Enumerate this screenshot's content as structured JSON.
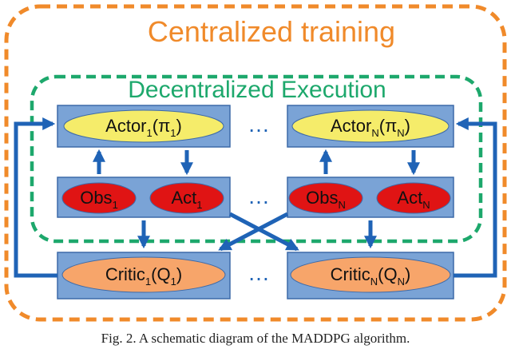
{
  "diagram": {
    "outer_title": "Centralized training",
    "inner_title": "Decentralized Execution",
    "ellipsis": "…",
    "agent_1": {
      "actor": {
        "name": "Actor",
        "sub": "1",
        "open": "(",
        "symbol": "π",
        "symbol_sub": "1",
        "close": ")"
      },
      "obs": {
        "name": "Obs",
        "sub": "1"
      },
      "act": {
        "name": "Act",
        "sub": "1"
      },
      "critic": {
        "name": "Critic",
        "sub": "1",
        "open": "(",
        "symbol": "Q",
        "symbol_sub": "1",
        "close": ")"
      }
    },
    "agent_n": {
      "actor": {
        "name": "Actor",
        "sub": "N",
        "open": "(",
        "symbol": "π",
        "symbol_sub": "N",
        "close": ")"
      },
      "obs": {
        "name": "Obs",
        "sub": "N"
      },
      "act": {
        "name": "Act",
        "sub": "N"
      },
      "critic": {
        "name": "Critic",
        "sub": "N",
        "open": "(",
        "symbol": "Q",
        "symbol_sub": "N",
        "close": ")"
      }
    }
  },
  "caption": "Fig. 2. A schematic diagram of the MADDPG algorithm.",
  "colors": {
    "orange_border": "#f08a2a",
    "green_border": "#1da86c",
    "box_fill": "#7aa3d6",
    "box_stroke": "#3d6aa8",
    "actor_fill": "#f5ec6a",
    "red_fill": "#e01414",
    "critic_fill": "#f7a56a",
    "arrow": "#1f63b6"
  }
}
